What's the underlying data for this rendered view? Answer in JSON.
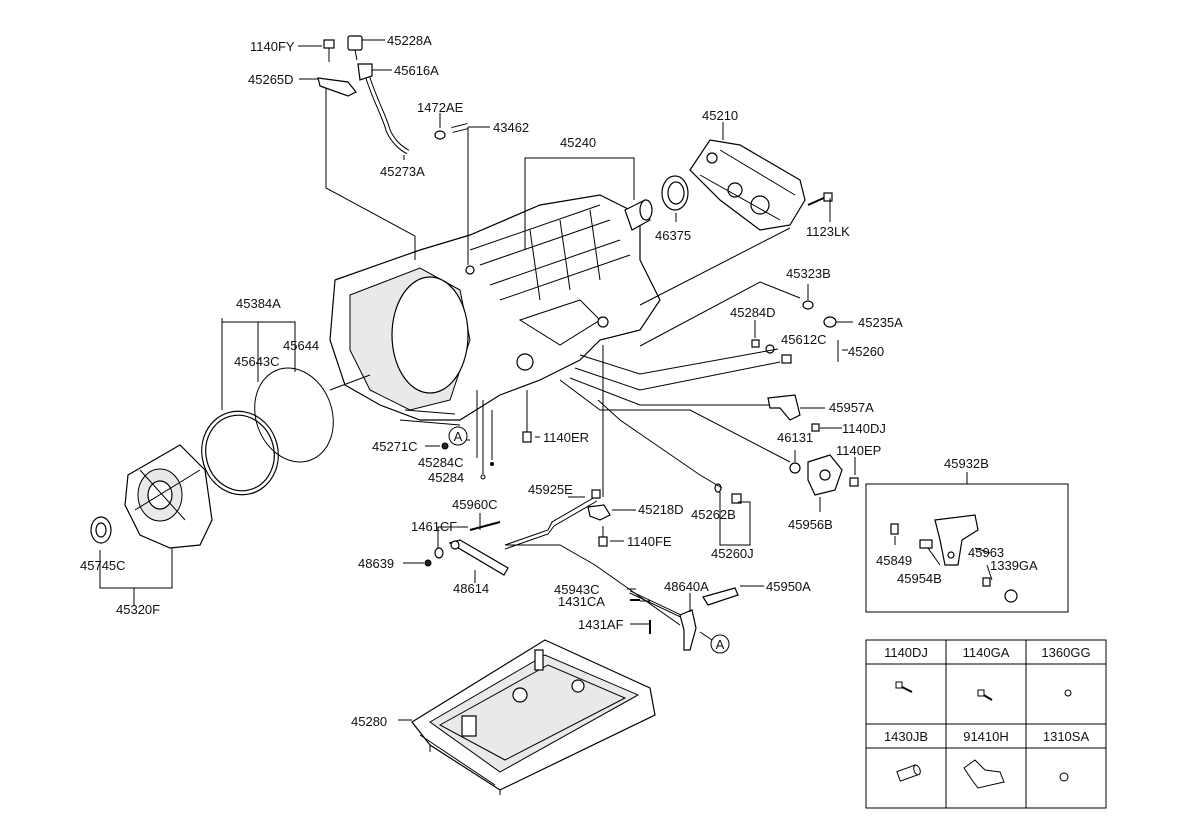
{
  "callouts": {
    "p1140FY": "1140FY",
    "p45228A": "45228A",
    "p45265D": "45265D",
    "p45616A": "45616A",
    "p1472AE": "1472AE",
    "p43462": "43462",
    "p45273A": "45273A",
    "p45240": "45240",
    "p45210": "45210",
    "p46375": "46375",
    "p1123LK": "1123LK",
    "p45323B": "45323B",
    "p45235A": "45235A",
    "p45284D": "45284D",
    "p45612C": "45612C",
    "p45260": "45260",
    "p45957A": "45957A",
    "p1140DJ": "1140DJ",
    "p46131": "46131",
    "p1140EP": "1140EP",
    "p45956B": "45956B",
    "p45932B": "45932B",
    "p45849": "45849",
    "p45954B": "45954B",
    "p45963": "45963",
    "p1339GA": "1339GA",
    "p45384A": "45384A",
    "p45643C": "45643C",
    "p45644": "45644",
    "p45271C": "45271C",
    "p45284C": "45284C",
    "p45284": "45284",
    "p1140ER": "1140ER",
    "p45925E": "45925E",
    "p45960C": "45960C",
    "p45218D": "45218D",
    "p45262B": "45262B",
    "p1461CF": "1461CF",
    "p1140FE": "1140FE",
    "p45260J": "45260J",
    "p48639": "48639",
    "p48614": "48614",
    "p45745C": "45745C",
    "p45320F": "45320F",
    "p45943C": "45943C",
    "p48640A": "48640A",
    "p45950A": "45950A",
    "p1431CA": "1431CA",
    "p1431AF": "1431AF",
    "p45280": "45280",
    "refA": "A"
  },
  "legend_table": {
    "headers_top": [
      "1140DJ",
      "1140GA",
      "1360GG"
    ],
    "headers_bottom": [
      "1430JB",
      "91410H",
      "1310SA"
    ]
  }
}
